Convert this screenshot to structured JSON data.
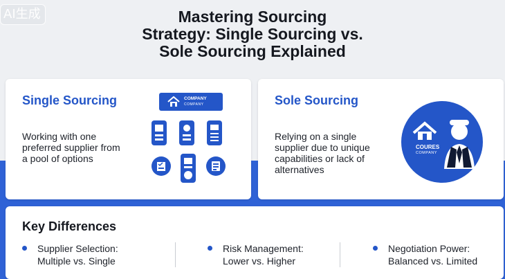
{
  "watermark": "AI生成",
  "title": {
    "line1": "Mastering Sourcing",
    "line2": "Strategy: Single Sourcing vs.",
    "line3": "Sole Sourcing Explained"
  },
  "single": {
    "heading": "Single Sourcing",
    "description": "Working with one preferred supplier from a pool of options",
    "logo_line1": "COMPANY",
    "logo_line2": "COMPANY"
  },
  "sole": {
    "heading": "Sole Sourcing",
    "description": "Relying on a single supplier due to unique capabilities or lack of alternatives",
    "badge_line1": "COURES",
    "badge_line2": "COMPANY"
  },
  "key_differences": {
    "heading": "Key Differences",
    "items": [
      {
        "line1": "Supplier Selection:",
        "line2": "Multiple vs. Single"
      },
      {
        "line1": "Risk Management:",
        "line2": "Lower vs. Higher"
      },
      {
        "line1": "Negotiation Power:",
        "line2": "Balanced vs. Limited"
      }
    ]
  },
  "colors": {
    "accent": "#2456c8",
    "band": "#2f62d6",
    "background": "#eef0f3"
  }
}
